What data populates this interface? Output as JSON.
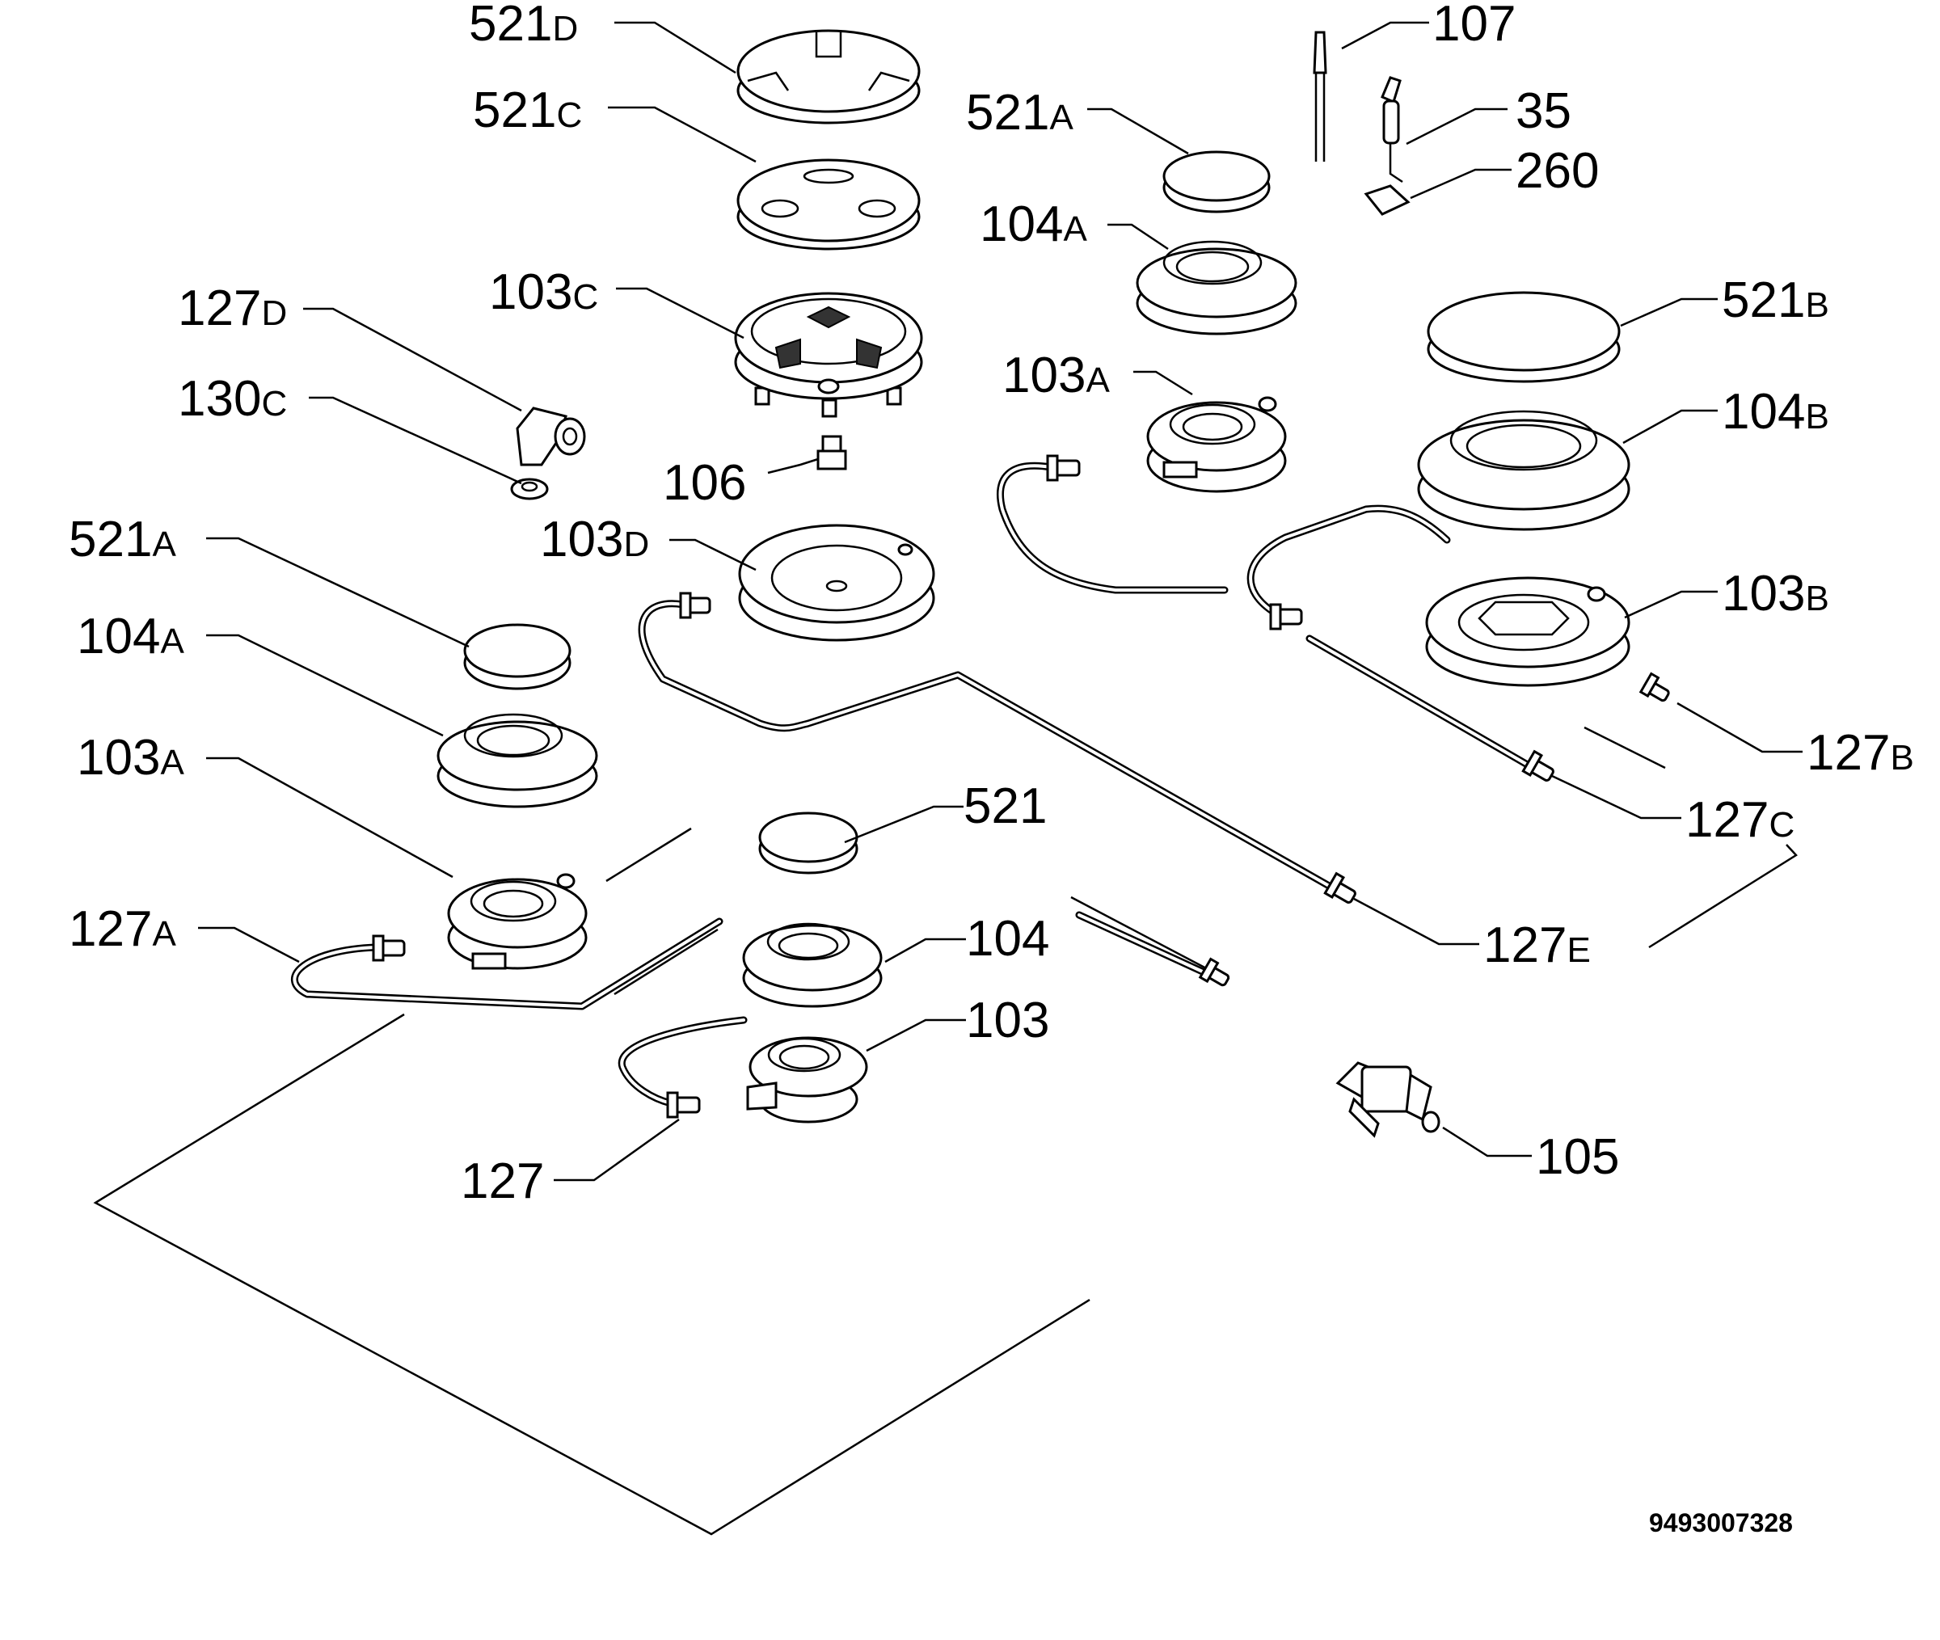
{
  "labels": [
    {
      "id": "521d",
      "num": "521",
      "sfx": "D"
    },
    {
      "id": "521c",
      "num": "521",
      "sfx": "C"
    },
    {
      "id": "103c",
      "num": "103",
      "sfx": "C"
    },
    {
      "id": "127d",
      "num": "127",
      "sfx": "D"
    },
    {
      "id": "130c",
      "num": "130",
      "sfx": "C"
    },
    {
      "id": "106",
      "num": "106",
      "sfx": ""
    },
    {
      "id": "103d",
      "num": "103",
      "sfx": "D"
    },
    {
      "id": "521a-left",
      "num": "521",
      "sfx": "A"
    },
    {
      "id": "104a-left",
      "num": "104",
      "sfx": "A"
    },
    {
      "id": "103a-left",
      "num": "103",
      "sfx": "A"
    },
    {
      "id": "127a",
      "num": "127",
      "sfx": "A"
    },
    {
      "id": "521",
      "num": "521",
      "sfx": ""
    },
    {
      "id": "104",
      "num": "104",
      "sfx": ""
    },
    {
      "id": "103",
      "num": "103",
      "sfx": ""
    },
    {
      "id": "127",
      "num": "127",
      "sfx": ""
    },
    {
      "id": "107",
      "num": "107",
      "sfx": ""
    },
    {
      "id": "35",
      "num": "35",
      "sfx": ""
    },
    {
      "id": "260",
      "num": "260",
      "sfx": ""
    },
    {
      "id": "521a-right",
      "num": "521",
      "sfx": "A"
    },
    {
      "id": "104a-right",
      "num": "104",
      "sfx": "A"
    },
    {
      "id": "103a-right",
      "num": "103",
      "sfx": "A"
    },
    {
      "id": "521b",
      "num": "521",
      "sfx": "B"
    },
    {
      "id": "104b",
      "num": "104",
      "sfx": "B"
    },
    {
      "id": "103b",
      "num": "103",
      "sfx": "B"
    },
    {
      "id": "127b",
      "num": "127",
      "sfx": "B"
    },
    {
      "id": "127c",
      "num": "127",
      "sfx": "C"
    },
    {
      "id": "127e",
      "num": "127",
      "sfx": "E"
    },
    {
      "id": "105",
      "num": "105",
      "sfx": ""
    }
  ],
  "drawing_code": "9493007328"
}
